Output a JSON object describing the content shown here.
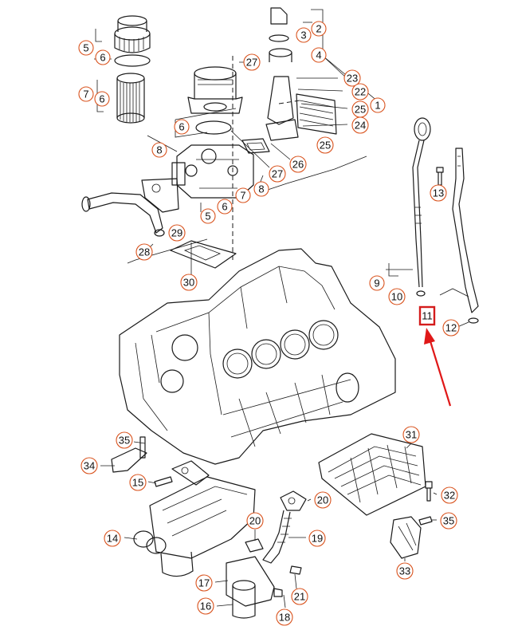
{
  "diagram": {
    "callouts": [
      "1",
      "2",
      "3",
      "4",
      "5",
      "6",
      "7",
      "8",
      "9",
      "10",
      "11",
      "12",
      "13",
      "14",
      "15",
      "16",
      "17",
      "18",
      "19",
      "20",
      "21",
      "22",
      "23",
      "24",
      "25",
      "26",
      "27",
      "28",
      "29",
      "30",
      "31",
      "32",
      "33",
      "34",
      "35"
    ],
    "highlighted_part": "11",
    "colors": {
      "callout_outline": "#d9531e",
      "highlight_box": "#d41c1c",
      "arrow": "#e01818",
      "line_art": "#1a1a1a"
    }
  }
}
